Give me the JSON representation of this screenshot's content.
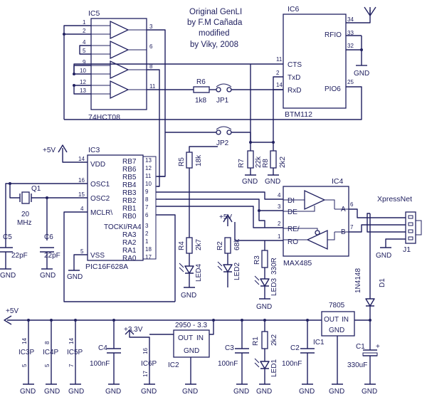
{
  "title": {
    "line1": "Original GenLI",
    "line2": "by F.M Cañada",
    "line3": "modified",
    "line4": "by Viky, 2008"
  },
  "ic5": {
    "name": "IC5",
    "part": "74HCT08",
    "pins": [
      "1",
      "2",
      "3",
      "4",
      "5",
      "6",
      "9",
      "10",
      "8",
      "12",
      "13",
      "11"
    ]
  },
  "ic6": {
    "name": "IC6",
    "part": "BTM112",
    "left_pins": [
      "CTS",
      "TxD",
      "RxD"
    ],
    "left_nums": [
      "11",
      "2",
      "14"
    ],
    "right_pins": [
      "RFIO",
      "PIO6"
    ],
    "right_nums": [
      "34",
      "33",
      "32",
      "25"
    ]
  },
  "ic3": {
    "name": "IC3",
    "part": "PIC16F628A",
    "left_pins": [
      "VDD",
      "OSC1",
      "OSC2",
      "MCLR\\",
      "VSS"
    ],
    "left_nums": [
      "14",
      "16",
      "15",
      "4",
      "5"
    ],
    "right_pins": [
      "RB7",
      "RB6",
      "RB5",
      "RB4",
      "RB3",
      "RB2",
      "RB1",
      "RB0",
      "TOCKI/RA4",
      "RA3",
      "RA2",
      "RA1",
      "RA0"
    ],
    "right_nums": [
      "13",
      "12",
      "11",
      "10",
      "9",
      "8",
      "7",
      "6",
      "3",
      "2",
      "1",
      "18",
      "17"
    ]
  },
  "ic4": {
    "name": "IC4",
    "part": "MAX485",
    "left_pins": [
      "DI",
      "DE",
      "RE/",
      "RO"
    ],
    "left_nums": [
      "4",
      "3",
      "2",
      "1"
    ],
    "right_pins": [
      "A",
      "B"
    ],
    "right_nums": [
      "6",
      "7"
    ]
  },
  "xpressnet": {
    "label": "XpressNet",
    "connector": "J1"
  },
  "supply": {
    "vplus": "+5V",
    "v33": "+3.3V",
    "gnd": "GND"
  },
  "reg_3v3": {
    "part": "2950 - 3.3",
    "out": "OUT",
    "in": "IN",
    "gnd": "GND",
    "name": "IC2"
  },
  "reg_5v": {
    "part": "7805",
    "out": "OUT",
    "in": "IN",
    "gnd": "GND",
    "name": "IC1"
  },
  "crystal": {
    "name": "Q1",
    "value": "20",
    "unit": "MHz"
  },
  "components": {
    "R1": "R1",
    "R1v": "2k2",
    "R2": "R2",
    "R2v": "68k",
    "R3": "R3",
    "R3v": "330R",
    "R4": "R4",
    "R4v": "2k7",
    "R5": "R5",
    "R5v": "18k",
    "R6": "R6",
    "R6v": "1k8",
    "R7": "R7",
    "R7v": "22k",
    "R8": "R8",
    "R8v": "2k2",
    "C1": "C1",
    "C1v": "330uF",
    "C2": "C2",
    "C2v": "100nF",
    "C3": "C3",
    "C3v": "100nF",
    "C4": "C4",
    "C4v": "100nF",
    "C5": "C5",
    "C5v": "22pF",
    "C6": "C6",
    "C6v": "22pF",
    "D1": "D1",
    "D1v": "1N4148",
    "LED1": "LED1",
    "LED2": "LED2",
    "LED3": "LED3",
    "LED4": "LED4",
    "JP1": "JP1",
    "JP2": "JP2"
  },
  "power_pins": {
    "ic3p": "IC3P",
    "ic3p_top": "14",
    "ic3p_bot": "5",
    "ic4p": "IC4P",
    "ic4p_top": "8",
    "ic4p_bot": "5",
    "ic5p": "IC5P",
    "ic5p_top": "14",
    "ic5p_bot": "7",
    "ic6p": "IC6P",
    "ic6p_top": "16",
    "ic6p_bot": "17"
  }
}
